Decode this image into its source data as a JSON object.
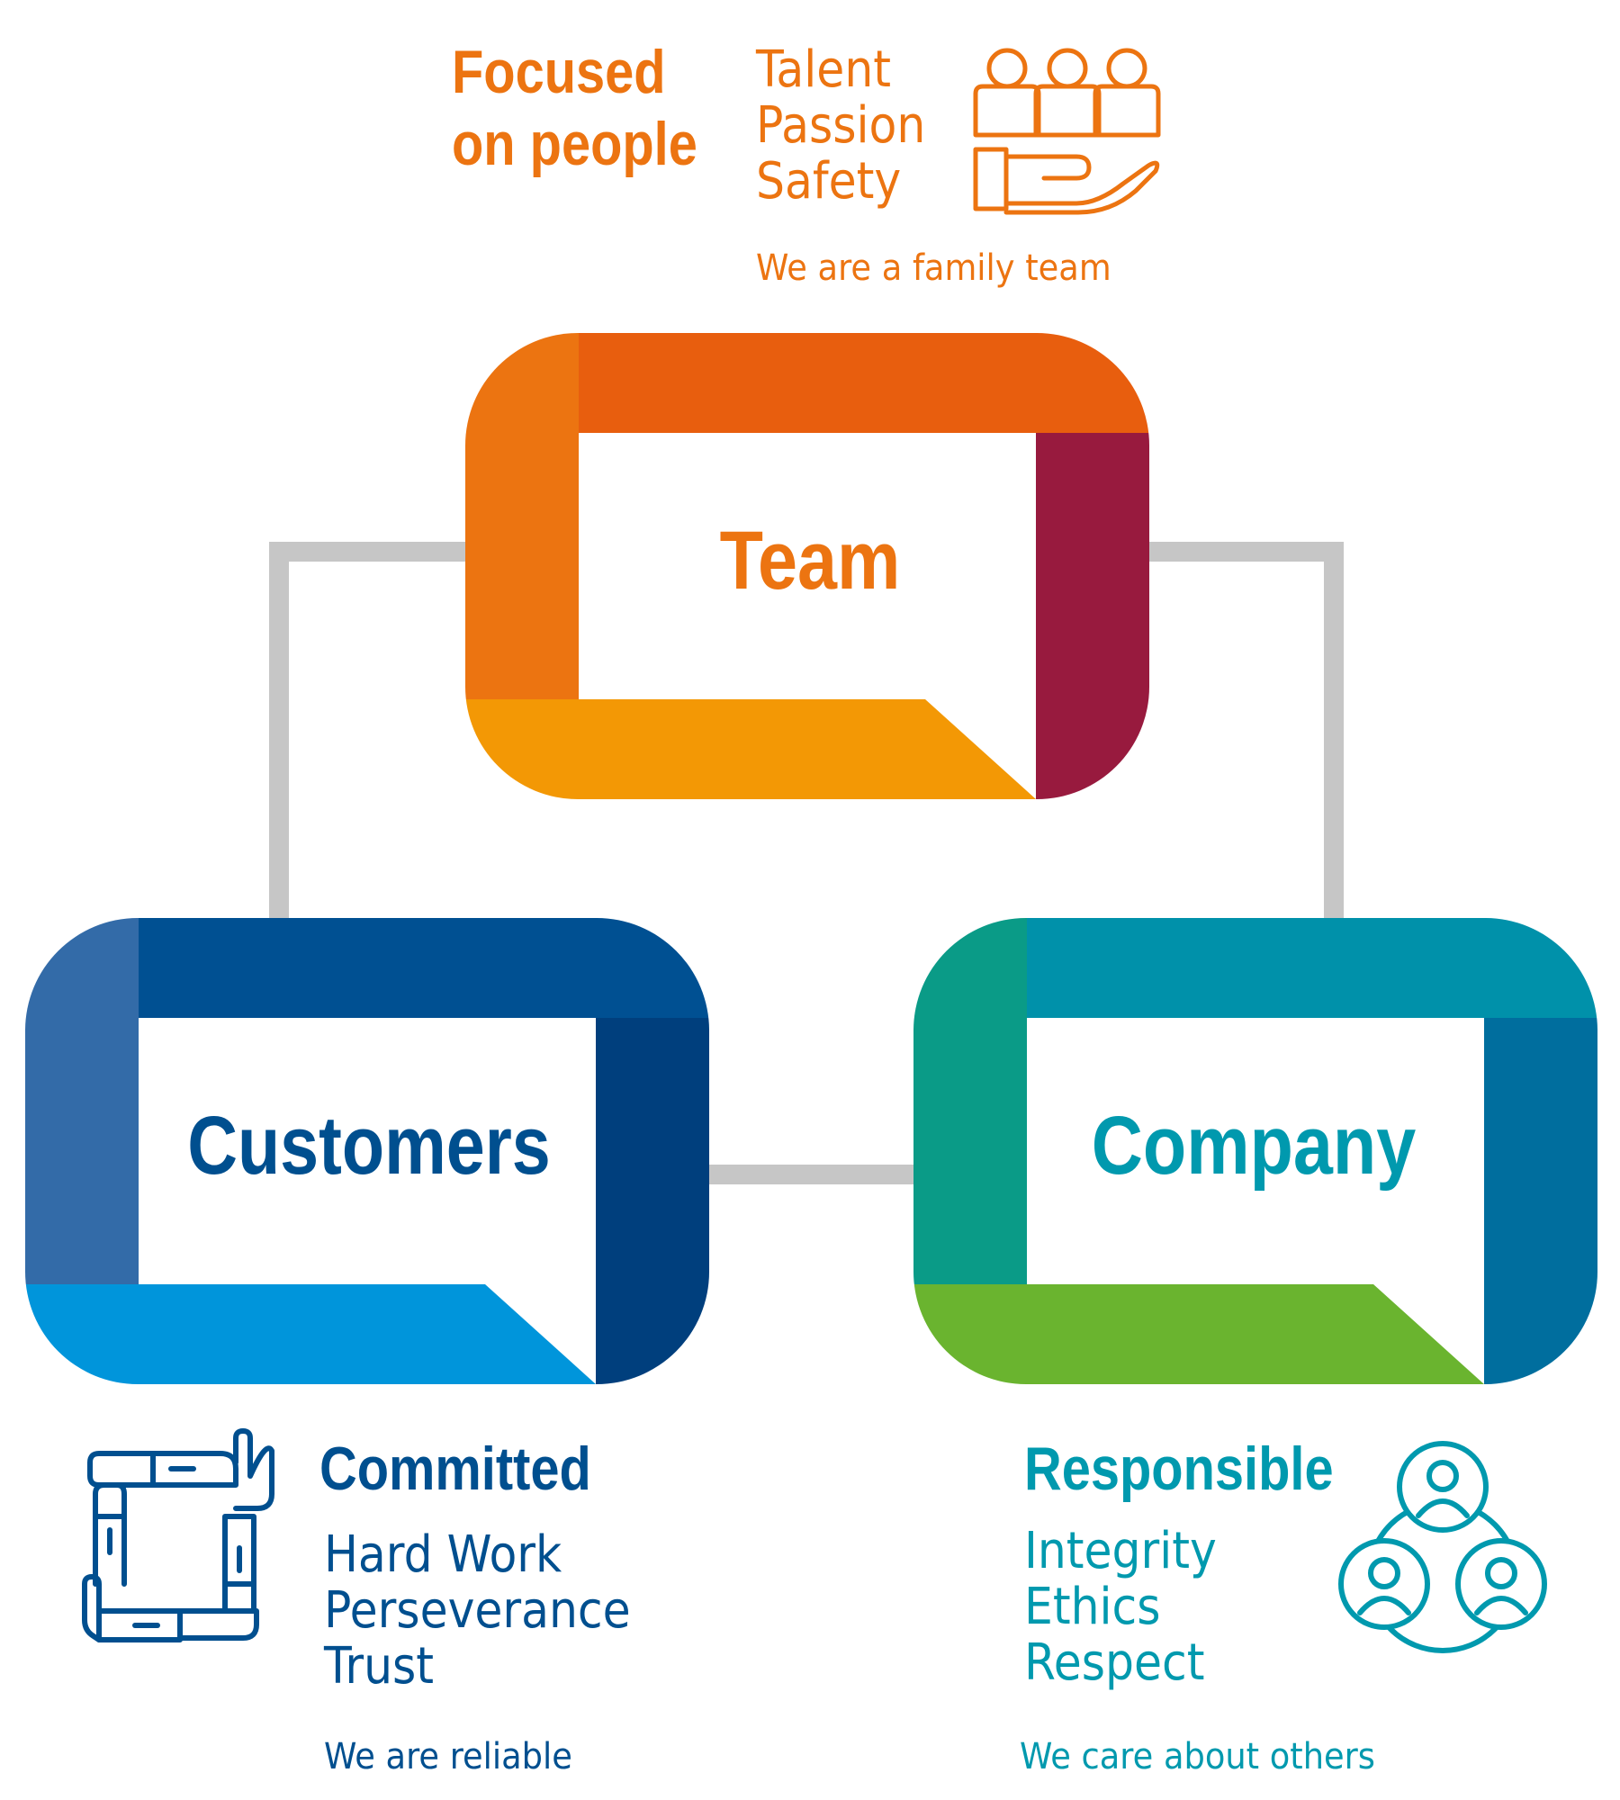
{
  "colors": {
    "orange": "#EC7411",
    "blue": "#004F8F",
    "teal": "#0099AE",
    "connector": "#C6C6C6",
    "team_top": "#E85E0E",
    "team_left": "#EC7411",
    "team_right": "#981A3E",
    "team_bottom": "#F39805",
    "cust_top": "#005092",
    "cust_left": "#336BA8",
    "cust_right": "#003F7D",
    "cust_bottom": "#0095DB",
    "comp_top": "#0091AA",
    "comp_left": "#0A9B87",
    "comp_right": "#006E9E",
    "comp_bottom": "#6AB42F"
  },
  "team": {
    "heading_line1": "Focused",
    "heading_line2": "on people",
    "values": [
      "Talent",
      "Passion",
      "Safety"
    ],
    "tagline": "We are a family team",
    "box_label": "Team",
    "icon": "people-in-hand-icon"
  },
  "customers": {
    "box_label": "Customers",
    "heading": "Committed",
    "values": [
      "Hard Work",
      "Perseverance",
      "Trust"
    ],
    "tagline": "We are reliable",
    "icon": "joined-hands-icon"
  },
  "company": {
    "box_label": "Company",
    "heading": "Responsible",
    "values": [
      "Integrity",
      "Ethics",
      "Respect"
    ],
    "tagline": "We care about others",
    "icon": "connected-people-icon"
  }
}
